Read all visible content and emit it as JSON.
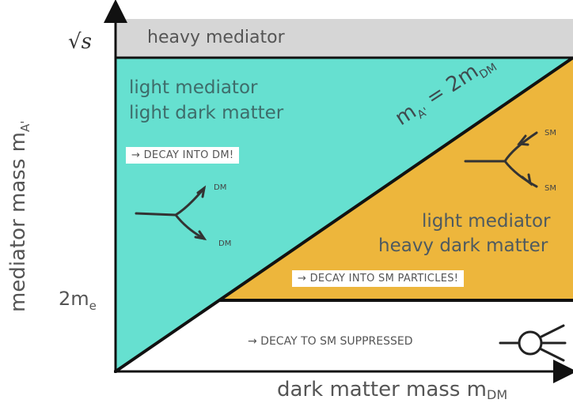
{
  "colors": {
    "heavy_region": "#d6d6d6",
    "teal_region": "#66e0d0",
    "orange_region": "#edb63c",
    "axis": "#111111"
  },
  "regions": {
    "heavy": {
      "title": "heavy mediator"
    },
    "teal": {
      "line1": "light mediator",
      "line2": "light dark matter",
      "tag": "→ DECAY INTO DM!"
    },
    "orange": {
      "line1": "light mediator",
      "line2": "heavy dark matter",
      "tag": "→ DECAY INTO SM PARTICLES!"
    },
    "white": {
      "tag": "→ DECAY TO SM SUPPRESSED"
    }
  },
  "axes": {
    "y_label": "mediator mass m",
    "y_label_sub": "A'",
    "x_label": "dark matter mass m",
    "x_label_sub": "DM",
    "y_tick_top": "√s",
    "y_tick_low": "2m",
    "y_tick_low_sub": "e"
  },
  "diagonal": {
    "label": "m",
    "sub": "A'",
    "eq": " = 2m",
    "sub2": "DM"
  },
  "vertex_labels": {
    "dm_top": "DM",
    "dm_bottom": "DM",
    "sm_top": "SM",
    "sm_bottom": "SM"
  },
  "icons": [
    "decay-vertex-dm-icon",
    "decay-vertex-sm-icon",
    "loop-suppressed-icon"
  ]
}
